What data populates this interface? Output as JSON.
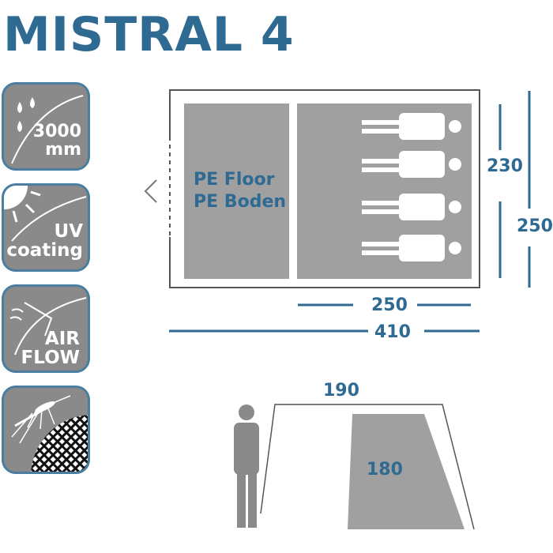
{
  "title": "MISTRAL 4",
  "badges": {
    "waterproof": {
      "value": "3000",
      "unit": "mm"
    },
    "uv": {
      "line1": "UV",
      "line2": "coating"
    },
    "air": {
      "line1": "AIR",
      "line2": "FLOW"
    }
  },
  "floor_plan": {
    "floor_line1": "PE Floor",
    "floor_line2": "PE Boden",
    "bedroom_depth": "230",
    "total_depth": "250",
    "bedroom_width": "250",
    "total_length": "410"
  },
  "side_view": {
    "width": "190",
    "door_height": "180"
  },
  "colors": {
    "accent": "#2e6a92",
    "panel_gray": "#8a8a8a",
    "floor_gray": "#a0a0a0"
  }
}
